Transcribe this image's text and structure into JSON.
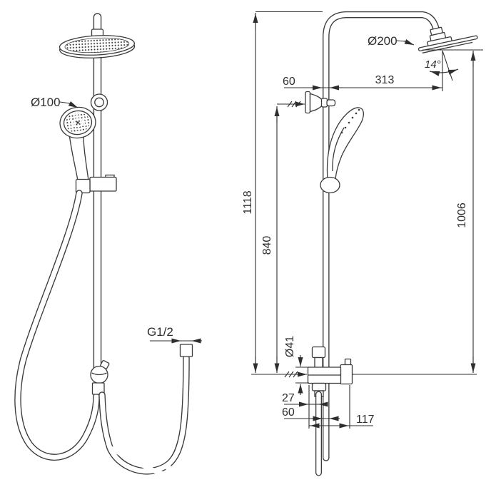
{
  "front": {
    "labels": {
      "hand_shower_diameter": "Ø100",
      "hose_thread": "G1/2"
    }
  },
  "side": {
    "labels": {
      "head_diameter": "Ø200",
      "head_tilt_angle": "14°",
      "wall_to_riser": "60",
      "riser_to_head": "313",
      "total_height": "1118",
      "bracket_height": "840",
      "head_height": "1006",
      "valve_diameter": "Ø41",
      "wall_to_hose": "27",
      "wall_to_riser_bottom": "60",
      "valve_depth": "117"
    }
  },
  "colors": {
    "line": "#3a3a3a",
    "text": "#2e2e2e",
    "background": "#ffffff"
  }
}
